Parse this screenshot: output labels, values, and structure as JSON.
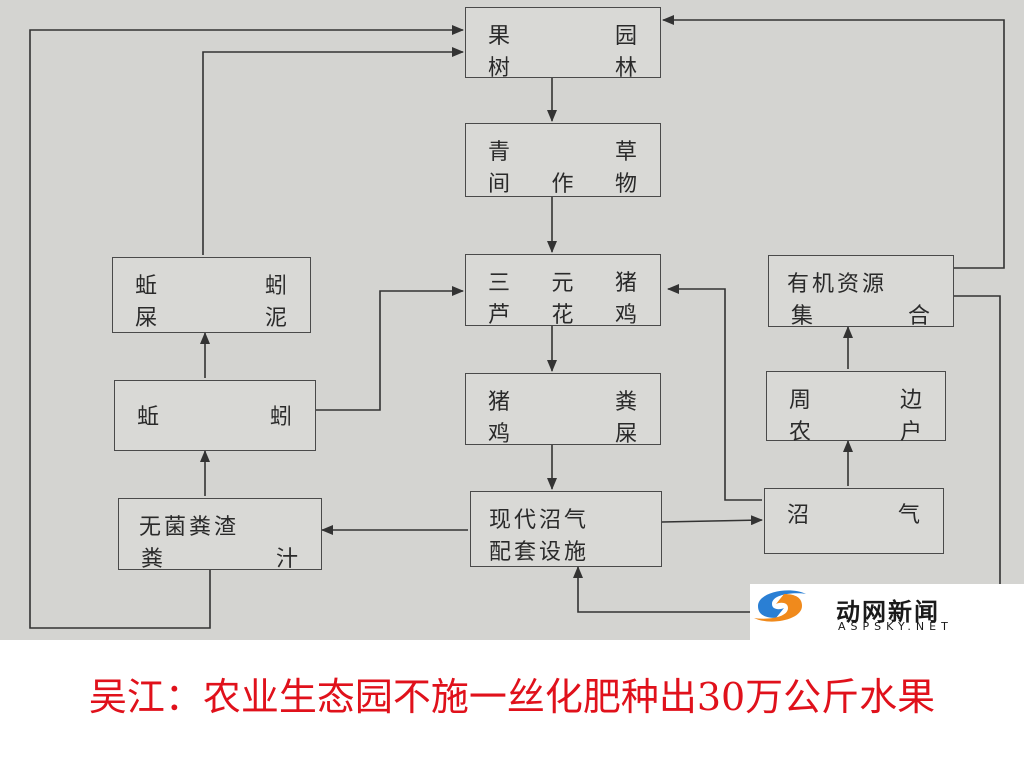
{
  "diagram": {
    "nodes": {
      "orchard": {
        "line1": [
          "果",
          "园"
        ],
        "line2": [
          "树",
          "林"
        ]
      },
      "grass": {
        "line1": [
          "青",
          "草"
        ],
        "line2": [
          "间",
          "作",
          "物"
        ]
      },
      "livestock": {
        "line1": [
          "三",
          "元",
          "猪"
        ],
        "line2": [
          "芦",
          "花",
          "鸡"
        ]
      },
      "manure": {
        "line1": [
          "猪",
          "粪"
        ],
        "line2": [
          "鸡",
          "屎"
        ]
      },
      "biogas_facility": {
        "line1": "现代沼气",
        "line2": "配套设施"
      },
      "residue": {
        "line1": "无菌粪渣",
        "line2": [
          "粪",
          "汁"
        ]
      },
      "earthworm": {
        "line1": [
          "蚯",
          "蚓"
        ]
      },
      "worm_cast": {
        "line1": [
          "蚯",
          "蚓"
        ],
        "line2": [
          "屎",
          "泥"
        ]
      },
      "biogas": {
        "line1": [
          "沼",
          "气"
        ]
      },
      "farmers": {
        "line1": [
          "周",
          "边"
        ],
        "line2": [
          "农",
          "户"
        ]
      },
      "organic": {
        "line1": "有机资源",
        "line2": [
          "集",
          "合"
        ]
      }
    }
  },
  "logo": {
    "name_cn": "动网新闻",
    "name_en": "ASPSKY.NET"
  },
  "caption": "吴江：农业生态园不施一丝化肥种出30万公斤水果"
}
